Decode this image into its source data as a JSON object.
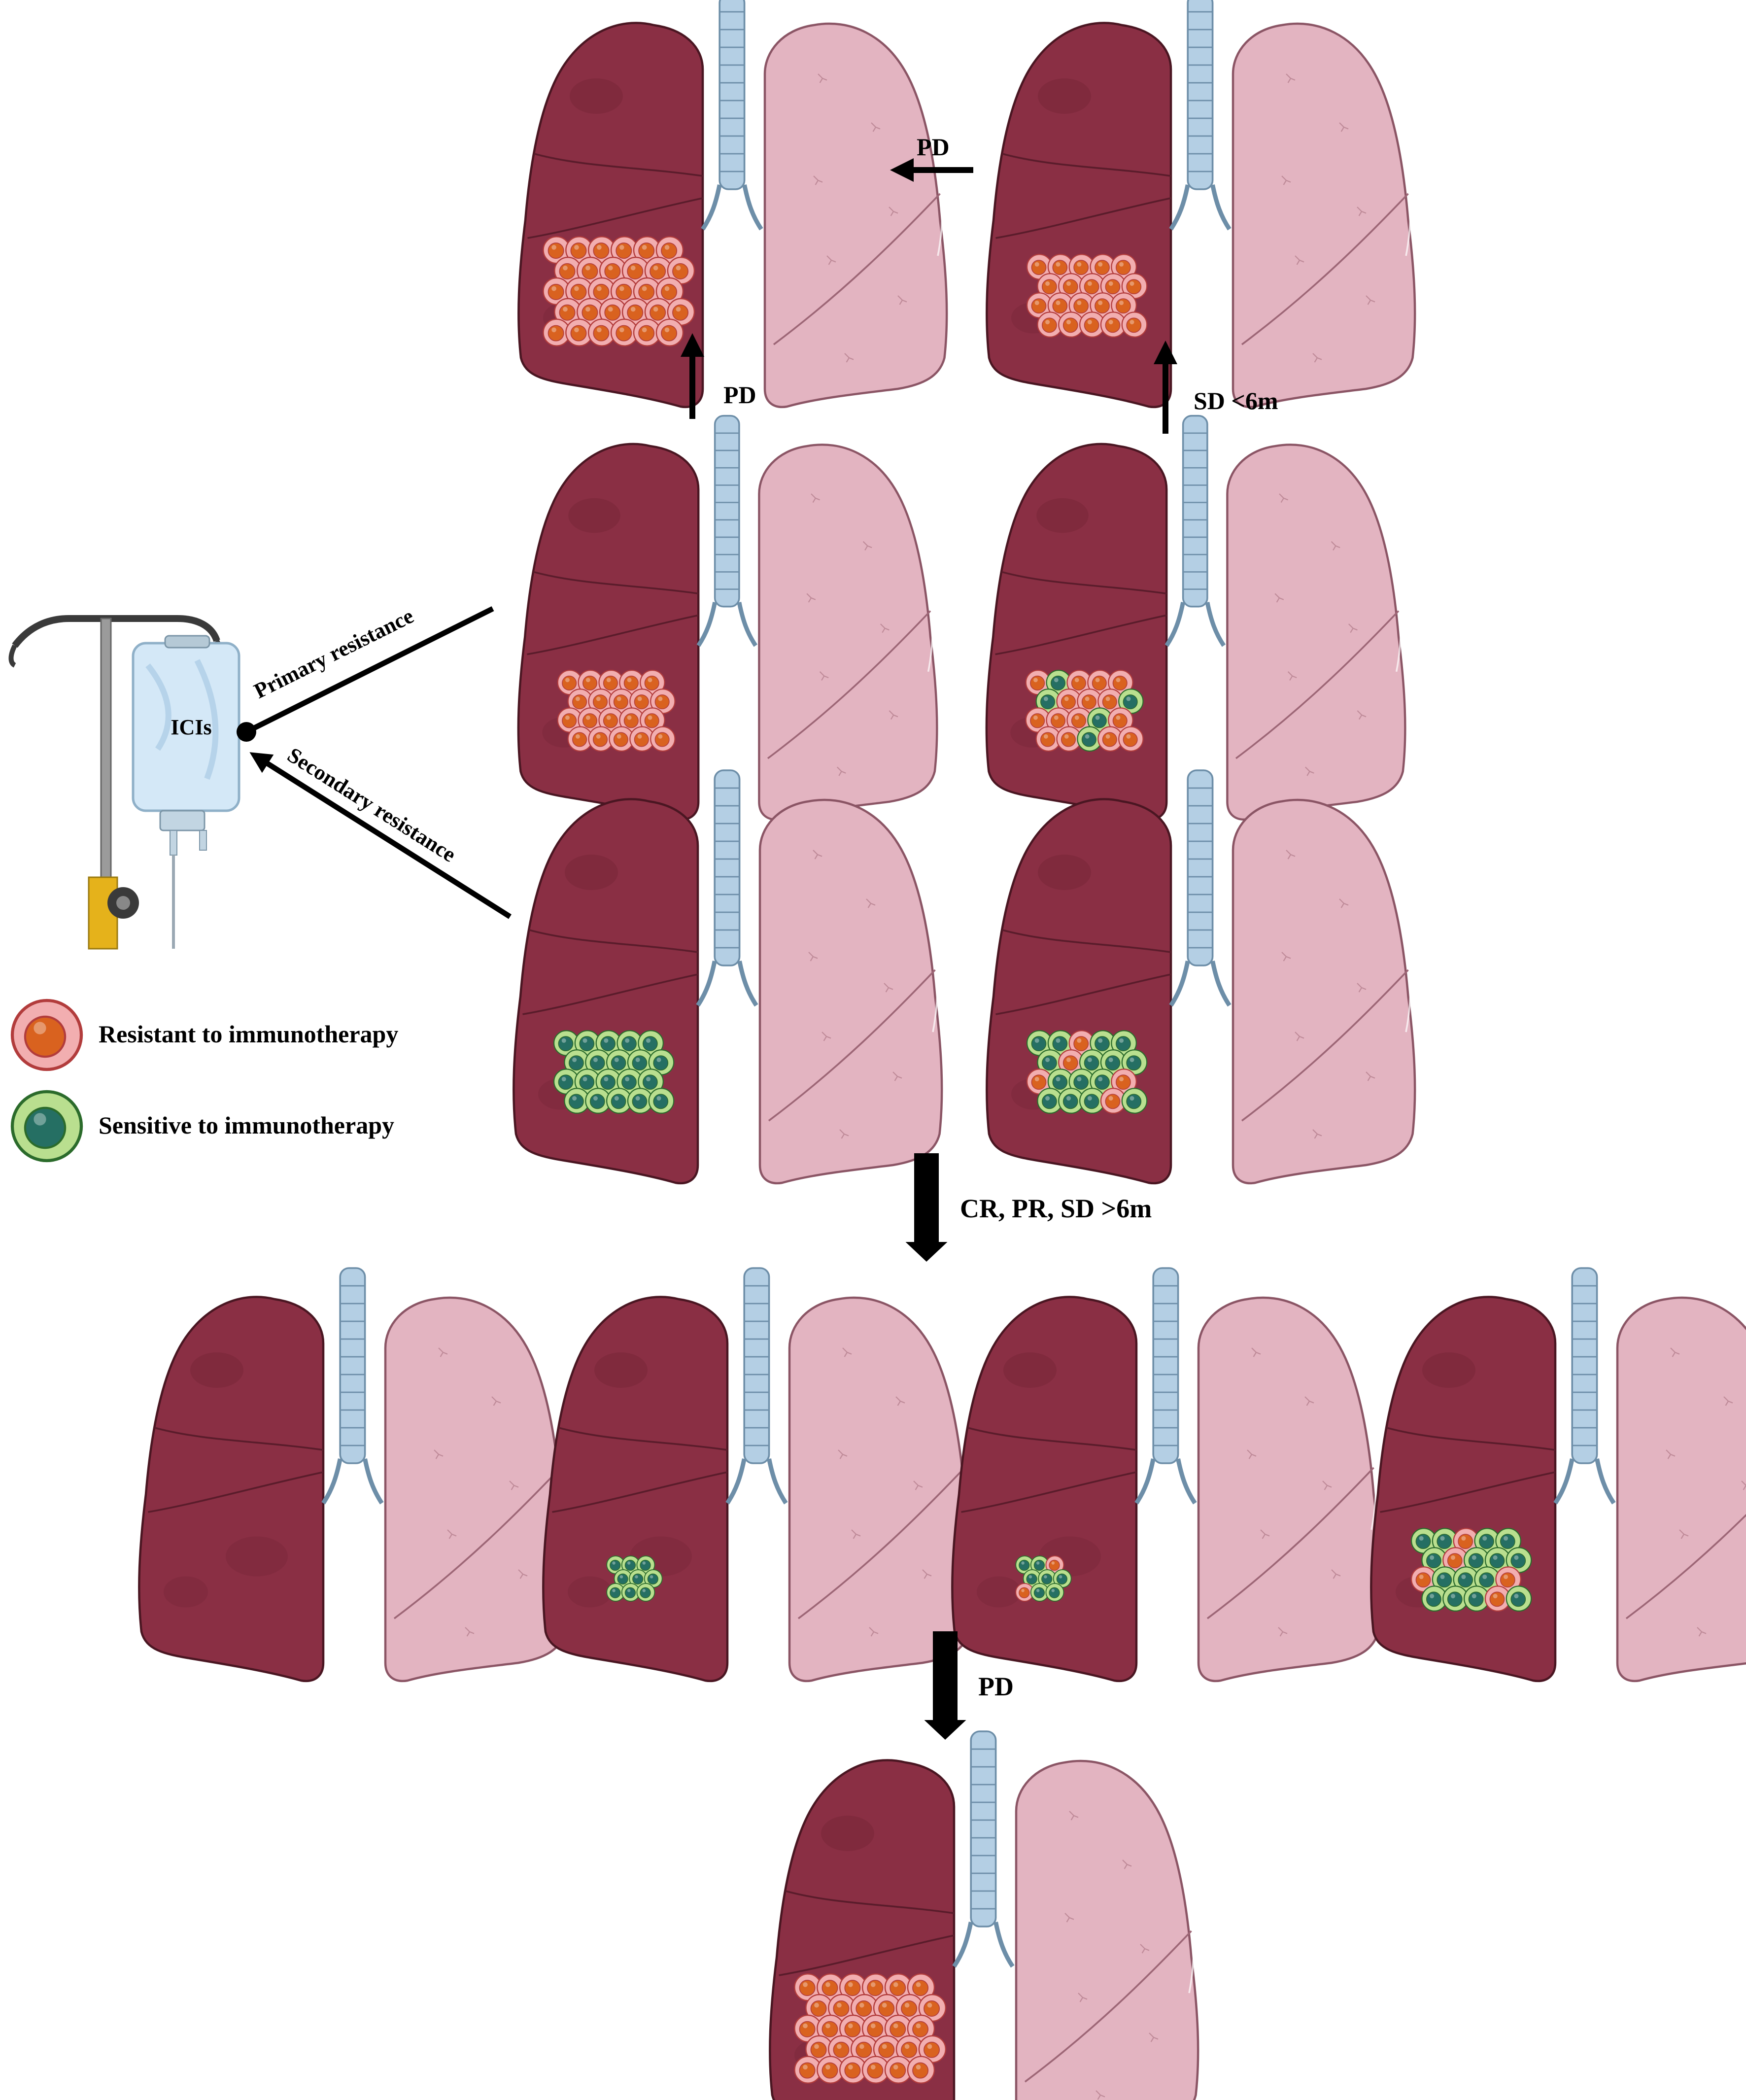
{
  "labels": {
    "pd_top": "PD",
    "pd_mid_left": "PD",
    "sd_lt6m": "SD <6m",
    "primary_resistance": "Primary resistance",
    "secondary_resistance": "Secondary resistance",
    "icis": "ICIs",
    "cr_pr_sd": "CR, PR, SD >6m",
    "pd_bottom": "PD"
  },
  "legend": {
    "resistant": "Resistant to immunotherapy",
    "sensitive": "Sensitive to immunotherapy"
  },
  "colors": {
    "right_lung_dark": "#8a2f44",
    "left_lung_light": "#e3b4c1",
    "trachea": "#b4cfe4",
    "resistant_cell": "#e0642a",
    "sensitive_cell": "#2f8a50",
    "arrow": "#000000"
  },
  "lungs": [
    {
      "id": "top-left",
      "tumor": "resistant",
      "tumor_size": "large"
    },
    {
      "id": "top-right",
      "tumor": "resistant",
      "tumor_size": "medium"
    },
    {
      "id": "mid-left",
      "tumor": "resistant",
      "tumor_size": "medium"
    },
    {
      "id": "mid-right",
      "tumor": "mixed-mostly-resistant",
      "tumor_size": "medium"
    },
    {
      "id": "lower-left",
      "tumor": "sensitive",
      "tumor_size": "medium"
    },
    {
      "id": "lower-right",
      "tumor": "mixed-mostly-sensitive",
      "tumor_size": "medium"
    },
    {
      "id": "row4-1",
      "tumor": "none",
      "tumor_size": "none"
    },
    {
      "id": "row4-2",
      "tumor": "sensitive",
      "tumor_size": "small"
    },
    {
      "id": "row4-3",
      "tumor": "mixed-mostly-sensitive",
      "tumor_size": "small"
    },
    {
      "id": "row4-4",
      "tumor": "mixed-mostly-sensitive",
      "tumor_size": "medium"
    },
    {
      "id": "bottom",
      "tumor": "resistant",
      "tumor_size": "large"
    }
  ]
}
